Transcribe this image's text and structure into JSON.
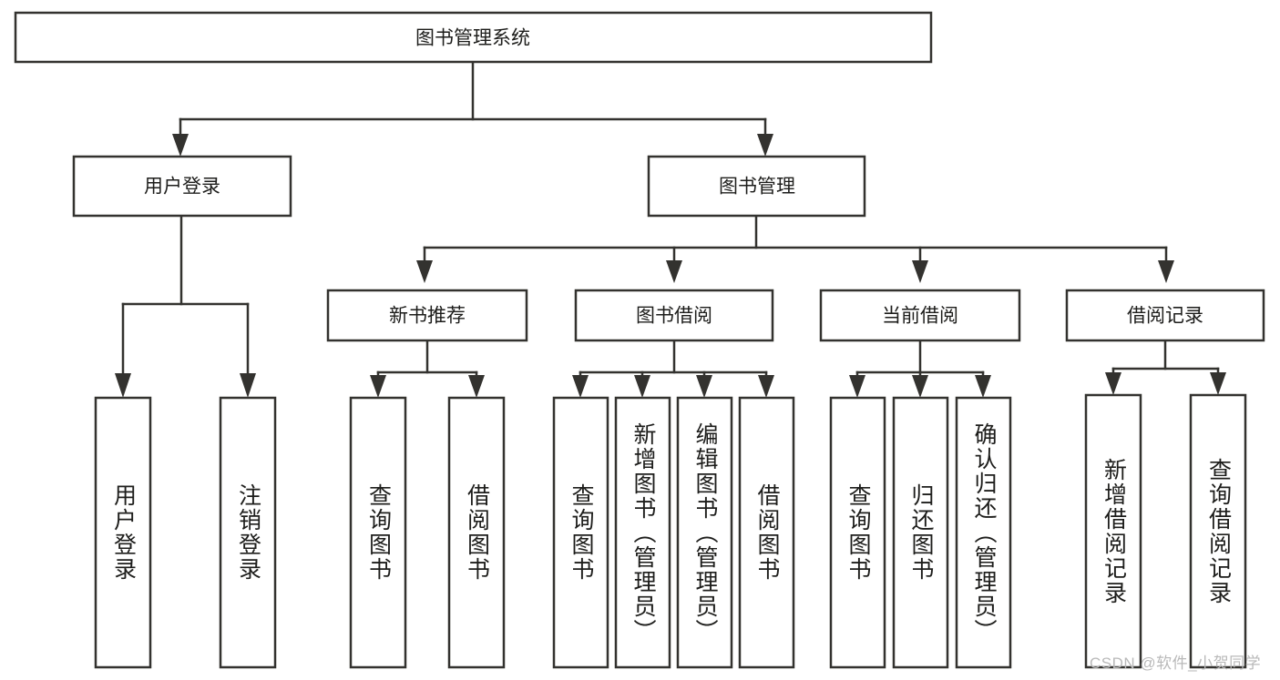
{
  "diagram": {
    "type": "tree-hierarchy",
    "title": "图书管理系统",
    "root": {
      "id": "root",
      "label": "图书管理系统",
      "orientation": "horizontal"
    },
    "level2": [
      {
        "id": "user-login",
        "label": "用户登录",
        "orientation": "horizontal"
      },
      {
        "id": "book-manage",
        "label": "图书管理",
        "orientation": "horizontal"
      }
    ],
    "level3": [
      {
        "id": "new-book-recommend",
        "label": "新书推荐",
        "orientation": "horizontal",
        "parent": "book-manage"
      },
      {
        "id": "book-borrow",
        "label": "图书借阅",
        "orientation": "horizontal",
        "parent": "book-manage"
      },
      {
        "id": "current-borrow",
        "label": "当前借阅",
        "orientation": "horizontal",
        "parent": "book-manage"
      },
      {
        "id": "borrow-record",
        "label": "借阅记录",
        "orientation": "horizontal",
        "parent": "book-manage"
      }
    ],
    "leaves": [
      {
        "id": "leaf-user-login",
        "label": "用户登录",
        "parent": "user-login",
        "orientation": "vertical"
      },
      {
        "id": "leaf-user-logout",
        "label": "注销登录",
        "parent": "user-login",
        "orientation": "vertical"
      },
      {
        "id": "leaf-query-book-1",
        "label": "查询图书",
        "parent": "new-book-recommend",
        "orientation": "vertical"
      },
      {
        "id": "leaf-borrow-book-1",
        "label": "借阅图书",
        "parent": "new-book-recommend",
        "orientation": "vertical"
      },
      {
        "id": "leaf-query-book-2",
        "label": "查询图书",
        "parent": "book-borrow",
        "orientation": "vertical"
      },
      {
        "id": "leaf-add-book",
        "label": "新增图书（管理员）",
        "parent": "book-borrow",
        "orientation": "vertical"
      },
      {
        "id": "leaf-edit-book",
        "label": "编辑图书（管理员）",
        "parent": "book-borrow",
        "orientation": "vertical"
      },
      {
        "id": "leaf-borrow-book-2",
        "label": "借阅图书",
        "parent": "book-borrow",
        "orientation": "vertical"
      },
      {
        "id": "leaf-query-book-3",
        "label": "查询图书",
        "parent": "current-borrow",
        "orientation": "vertical"
      },
      {
        "id": "leaf-return-book",
        "label": "归还图书",
        "parent": "current-borrow",
        "orientation": "vertical"
      },
      {
        "id": "leaf-confirm-return",
        "label": "确认归还（管理员）",
        "parent": "current-borrow",
        "orientation": "vertical"
      },
      {
        "id": "leaf-add-record",
        "label": "新增借阅记录",
        "parent": "borrow-record",
        "orientation": "vertical"
      },
      {
        "id": "leaf-query-record",
        "label": "查询借阅记录",
        "parent": "borrow-record",
        "orientation": "vertical"
      }
    ],
    "colors": {
      "stroke": "#33322f",
      "fill": "#ffffff",
      "text": "#1d1d1b",
      "watermark": "#b9b9b9"
    }
  },
  "watermark": {
    "text": "CSDN @软件_小贺同学"
  }
}
